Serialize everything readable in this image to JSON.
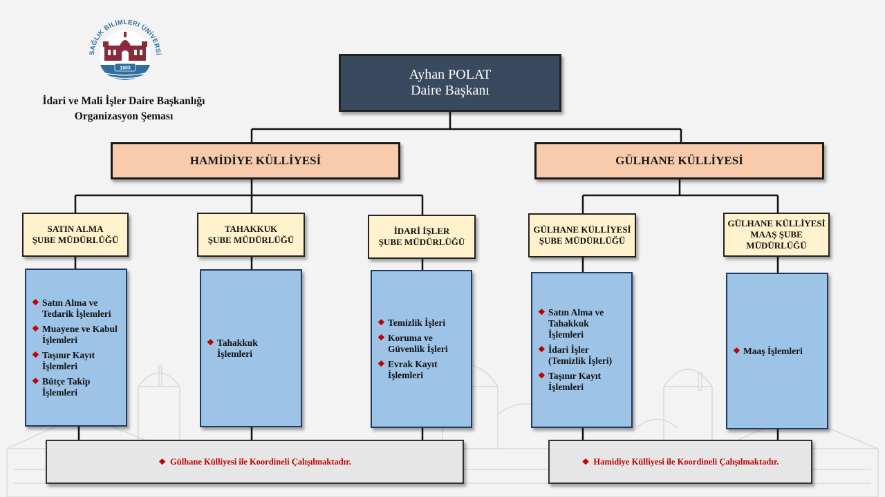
{
  "logo": {
    "ring_text": "SAĞLIK BİLİMLERİ ÜNİVERSİTESİ",
    "year": "1903"
  },
  "header": {
    "line1": "İdari ve Mali İşler Daire Başkanlığı",
    "line2": "Organizasyon Şeması"
  },
  "head": {
    "name": "Ayhan POLAT",
    "title": "Daire Başkanı"
  },
  "campuses": {
    "left": "HAMİDİYE KÜLLİYESİ",
    "right": "GÜLHANE KÜLLİYESİ"
  },
  "branches": [
    {
      "line1": "SATIN ALMA",
      "line2": "ŞUBE MÜDÜRLÜĞÜ",
      "line3": ""
    },
    {
      "line1": "TAHAKKUK",
      "line2": "ŞUBE MÜDÜRLÜĞÜ",
      "line3": ""
    },
    {
      "line1": "İDARİ İŞLER",
      "line2": "ŞUBE MÜDÜRLÜĞÜ",
      "line3": ""
    },
    {
      "line1": "GÜLHANE KÜLLİYESİ",
      "line2": "ŞUBE MÜDÜRLÜĞÜ",
      "line3": ""
    },
    {
      "line1": "GÜLHANE KÜLLİYESİ",
      "line2": "MAAŞ ŞUBE",
      "line3": "MÜDÜRLÜĞÜ"
    }
  ],
  "tasks": [
    {
      "items": [
        "Satın Alma ve Tedarik İşlemleri",
        "Muayene ve Kabul İşlemleri",
        "Taşınır Kayıt İşlemleri",
        "Bütçe Takip İşlemleri"
      ]
    },
    {
      "items": [
        "Tahakkuk İşlemleri"
      ]
    },
    {
      "items": [
        "Temizlik İşleri",
        "Koruma ve Güvenlik İşleri",
        "Evrak Kayıt İşlemleri"
      ]
    },
    {
      "items": [
        "Satın Alma ve Tahakkuk İşlemleri",
        "İdari İşler (Temizlik İşleri)",
        "Taşınır Kayıt İşlemleri"
      ]
    },
    {
      "items": [
        "Maaş İşlemleri"
      ]
    }
  ],
  "notes": {
    "left": "Gülhane Külliyesi ile Koordineli Çalışılmaktadır.",
    "right": "Hamidiye Külliyesi ile Koordineli Çalışılmaktadır."
  },
  "bullet_glyph": "❖",
  "colors": {
    "head_box": "#3a4a5e",
    "campus_box": "#f8cbad",
    "branch_box": "#fff2cc",
    "task_box": "#9dc3e6",
    "note_box": "#e7e6e6",
    "note_text": "#c00000",
    "bullet": "#c00000",
    "logo_maroon": "#8b2a3a",
    "logo_blue": "#2f6e9e"
  }
}
